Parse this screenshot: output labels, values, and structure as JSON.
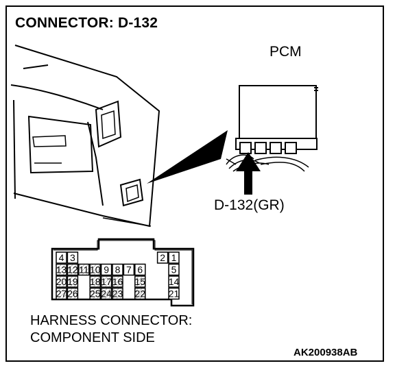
{
  "title": "CONNECTOR: D-132",
  "pcm_label": "PCM",
  "connector_label": "D-132(GR)",
  "harness_label_line1": "HARNESS CONNECTOR:",
  "harness_label_line2": "COMPONENT SIDE",
  "figure_code": "AK200938AB",
  "connector_pins": [
    {
      "id": "4",
      "col": 0,
      "row": 0,
      "hatched": false
    },
    {
      "id": "3",
      "col": 1,
      "row": 0,
      "hatched": false
    },
    {
      "id": "2",
      "col": 9,
      "row": 0,
      "hatched": false
    },
    {
      "id": "1",
      "col": 10,
      "row": 0,
      "hatched": false
    },
    {
      "id": "13",
      "col": 0,
      "row": 1,
      "hatched": true
    },
    {
      "id": "12",
      "col": 1,
      "row": 1,
      "hatched": true
    },
    {
      "id": "11",
      "col": 2,
      "row": 1,
      "hatched": true
    },
    {
      "id": "10",
      "col": 3,
      "row": 1,
      "hatched": true
    },
    {
      "id": "9",
      "col": 4,
      "row": 1,
      "hatched": false
    },
    {
      "id": "8",
      "col": 5,
      "row": 1,
      "hatched": false
    },
    {
      "id": "7",
      "col": 6,
      "row": 1,
      "hatched": false
    },
    {
      "id": "6",
      "col": 7,
      "row": 1,
      "hatched": false
    },
    {
      "id": "5",
      "col": 10,
      "row": 1,
      "hatched": false
    },
    {
      "id": "20",
      "col": 0,
      "row": 2,
      "hatched": true
    },
    {
      "id": "19",
      "col": 1,
      "row": 2,
      "hatched": true
    },
    {
      "id": "18",
      "col": 3,
      "row": 2,
      "hatched": true
    },
    {
      "id": "17",
      "col": 4,
      "row": 2,
      "hatched": true
    },
    {
      "id": "16",
      "col": 5,
      "row": 2,
      "hatched": true
    },
    {
      "id": "15",
      "col": 7,
      "row": 2,
      "hatched": true
    },
    {
      "id": "14",
      "col": 10,
      "row": 2,
      "hatched": false
    },
    {
      "id": "27",
      "col": 0,
      "row": 3,
      "hatched": true
    },
    {
      "id": "26",
      "col": 1,
      "row": 3,
      "hatched": true
    },
    {
      "id": "25",
      "col": 3,
      "row": 3,
      "hatched": true
    },
    {
      "id": "24",
      "col": 4,
      "row": 3,
      "hatched": true
    },
    {
      "id": "23",
      "col": 5,
      "row": 3,
      "hatched": true
    },
    {
      "id": "22",
      "col": 7,
      "row": 3,
      "hatched": true
    },
    {
      "id": "21",
      "col": 10,
      "row": 3,
      "hatched": false
    }
  ]
}
